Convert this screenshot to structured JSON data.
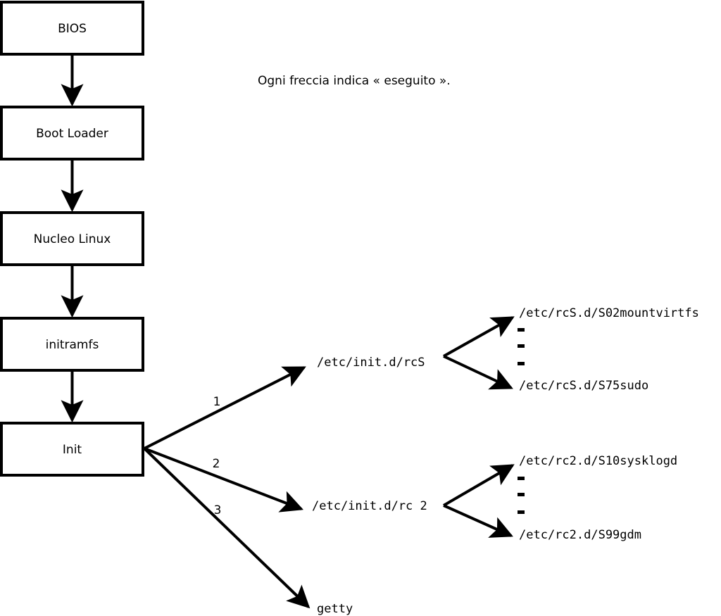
{
  "diagram": {
    "caption": "Ogni freccia indica « eseguito ».",
    "colors": {
      "stroke": "#000000",
      "fill": "#ffffff",
      "background": "#ffffff"
    },
    "boot_chain": [
      {
        "label": "BIOS"
      },
      {
        "label": "Boot Loader"
      },
      {
        "label": "Nucleo Linux"
      },
      {
        "label": "initramfs"
      },
      {
        "label": "Init"
      }
    ],
    "branches": [
      {
        "number": "1",
        "target": "/etc/init.d/rcS"
      },
      {
        "number": "2",
        "target": "/etc/init.d/rc 2"
      },
      {
        "number": "3",
        "target": "getty"
      }
    ],
    "script_groups": [
      {
        "parent": "/etc/init.d/rcS",
        "first": "/etc/rcS.d/S02mountvirtfs",
        "ellipsis": [
          "-",
          "-",
          "-"
        ],
        "last": "/etc/rcS.d/S75sudo"
      },
      {
        "parent": "/etc/init.d/rc 2",
        "first": "/etc/rc2.d/S10sysklogd",
        "ellipsis": [
          "-",
          "-",
          "-"
        ],
        "last": "/etc/rc2.d/S99gdm"
      }
    ]
  }
}
